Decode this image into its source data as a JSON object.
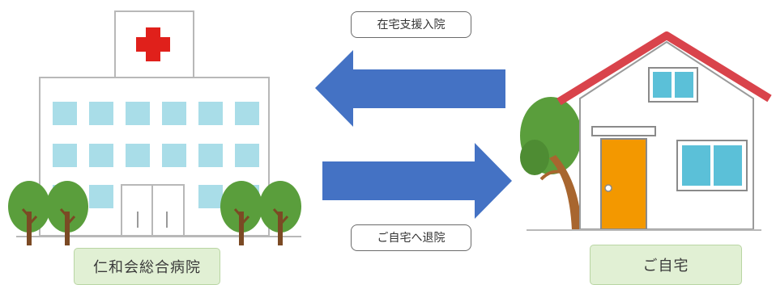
{
  "arrows": {
    "top_label": "在宅支援入院",
    "bottom_label": "ご自宅へ退院",
    "color": "#4472c4"
  },
  "hospital": {
    "name": "仁和会総合病院",
    "cross_color": "#e0201b"
  },
  "home": {
    "name": "ご自宅",
    "roof_color": "#d9434b",
    "door_color": "#f39800"
  }
}
